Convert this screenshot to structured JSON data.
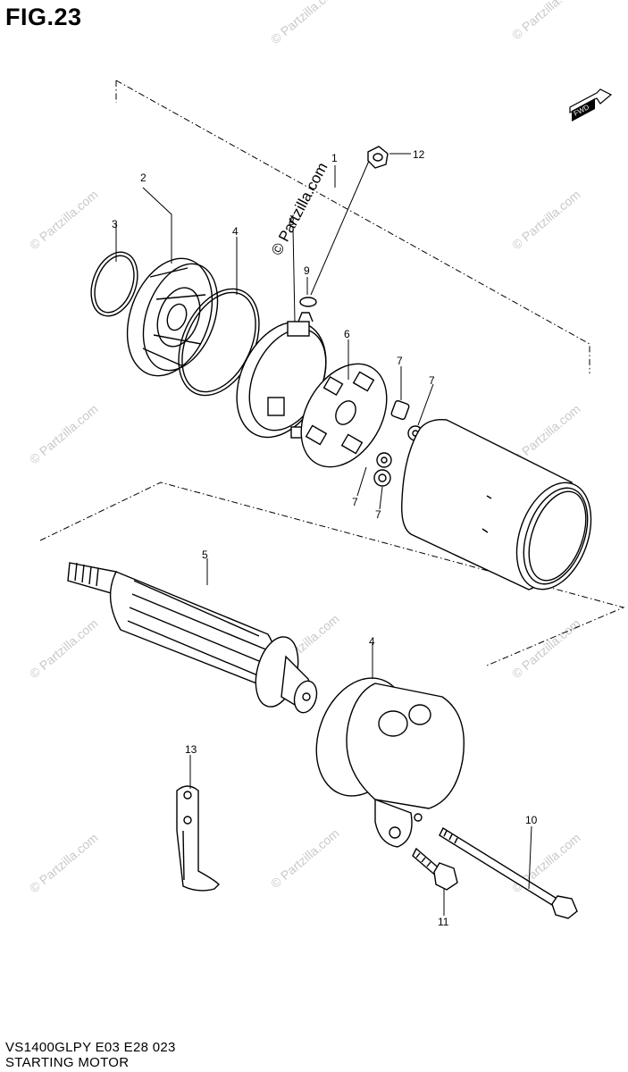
{
  "figure": {
    "title": "FIG.23",
    "model_code": "VS1400GLPY E03 E28  023",
    "section_name": "STARTING MOTOR",
    "front_marker": "FWD"
  },
  "watermark": {
    "text": "© Partzilla.com",
    "center_text": "© Partzilla.com"
  },
  "callouts": {
    "c1": "1",
    "c2": "2",
    "c3": "3",
    "c4a": "4",
    "c4b": "4",
    "c5": "5",
    "c6": "6",
    "c7a": "7",
    "c7b": "7",
    "c7c": "7",
    "c7d": "7",
    "c8": "8",
    "c9": "9",
    "c10": "10",
    "c11": "11",
    "c12": "12",
    "c13": "13"
  }
}
